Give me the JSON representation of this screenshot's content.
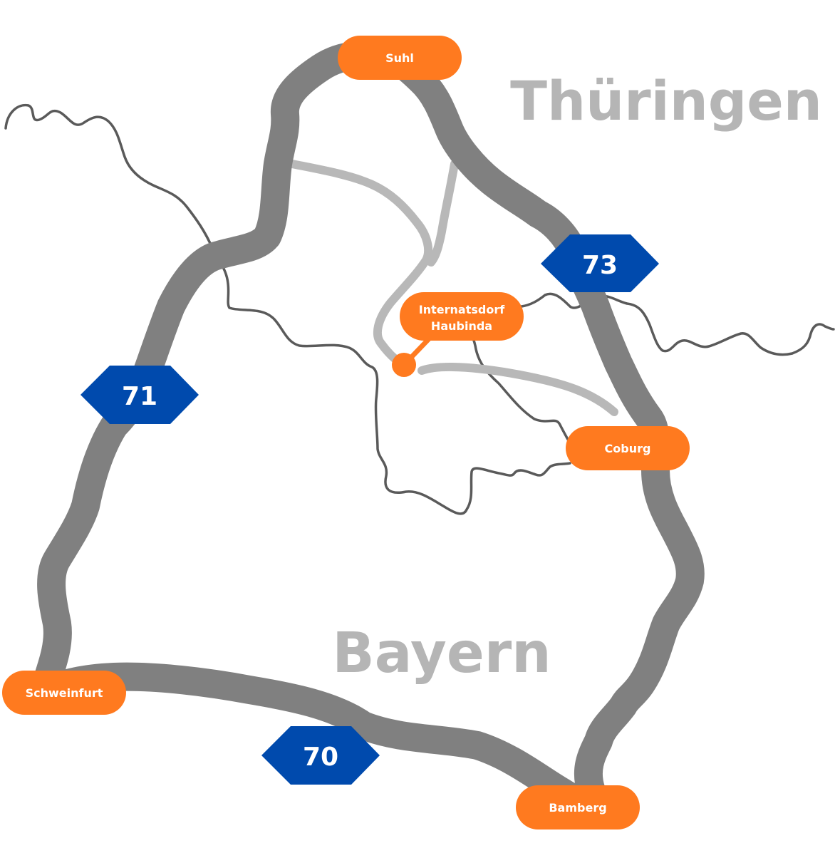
{
  "regions": {
    "thueringen": "Thüringen",
    "bayern": "Bayern"
  },
  "cities": {
    "suhl": "Suhl",
    "coburg": "Coburg",
    "schweinfurt": "Schweinfurt",
    "bamberg": "Bamberg"
  },
  "poi": {
    "line1": "Internatsdorf",
    "line2": "Haubinda"
  },
  "autobahn": {
    "a71": "71",
    "a73": "73",
    "a70": "70"
  },
  "colors": {
    "highway": "#808080",
    "secondary_road": "#b8b8b8",
    "river": "#5a5a5a",
    "city_marker": "#ff7a1f",
    "shield": "#004aad",
    "region_text": "#b5b5b5"
  }
}
